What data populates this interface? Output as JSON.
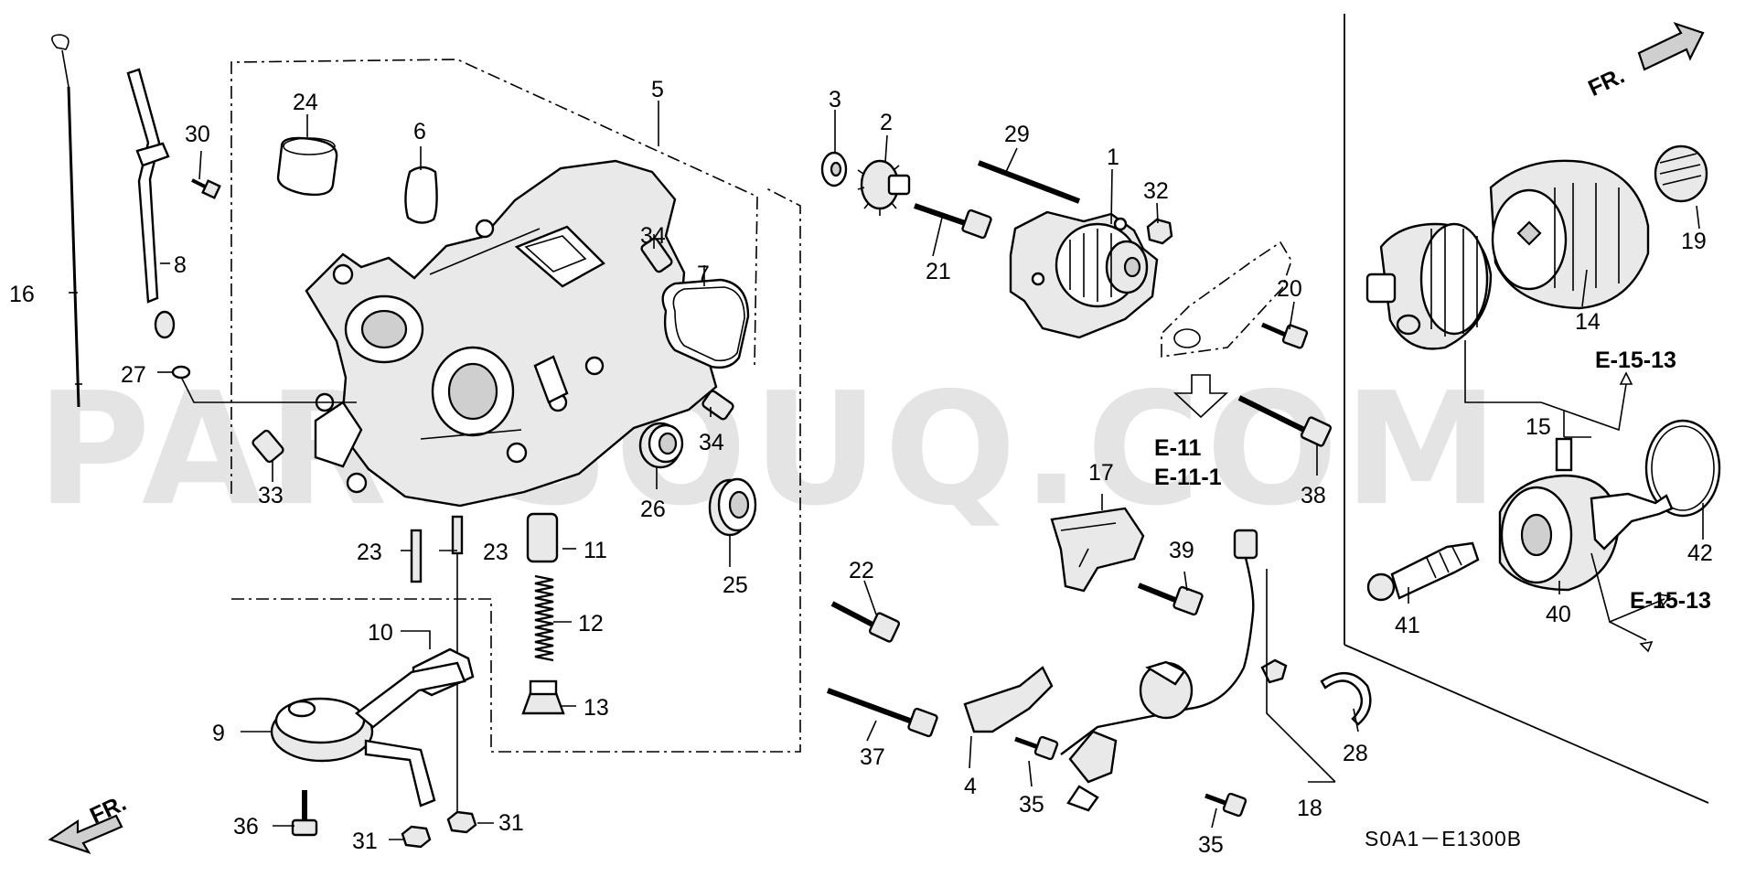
{
  "watermark": "PARTSOUQ.COM",
  "diagram_code": "S0A1－E1300B",
  "direction_label": "FR.",
  "references": {
    "r_e11": "E-11",
    "r_e111": "E-11-1",
    "r_e1513_top": "E-15-13",
    "r_e1513_bottom": "E-15-13"
  },
  "callouts": {
    "c1": "1",
    "c2": "2",
    "c3": "3",
    "c4": "4",
    "c5": "5",
    "c6": "6",
    "c7": "7",
    "c8": "8",
    "c9": "9",
    "c10": "10",
    "c11": "11",
    "c12": "12",
    "c13": "13",
    "c14": "14",
    "c15": "15",
    "c16": "16",
    "c17": "17",
    "c18": "18",
    "c19": "19",
    "c20": "20",
    "c21": "21",
    "c22": "22",
    "c23a": "23",
    "c23b": "23",
    "c24": "24",
    "c25": "25",
    "c26": "26",
    "c27": "27",
    "c28": "28",
    "c29": "29",
    "c30": "30",
    "c31a": "31",
    "c31b": "31",
    "c32": "32",
    "c33": "33",
    "c34a": "34",
    "c34b": "34",
    "c35a": "35",
    "c35b": "35",
    "c36": "36",
    "c37": "37",
    "c38": "38",
    "c39": "39",
    "c40": "40",
    "c41": "41",
    "c42": "42"
  }
}
